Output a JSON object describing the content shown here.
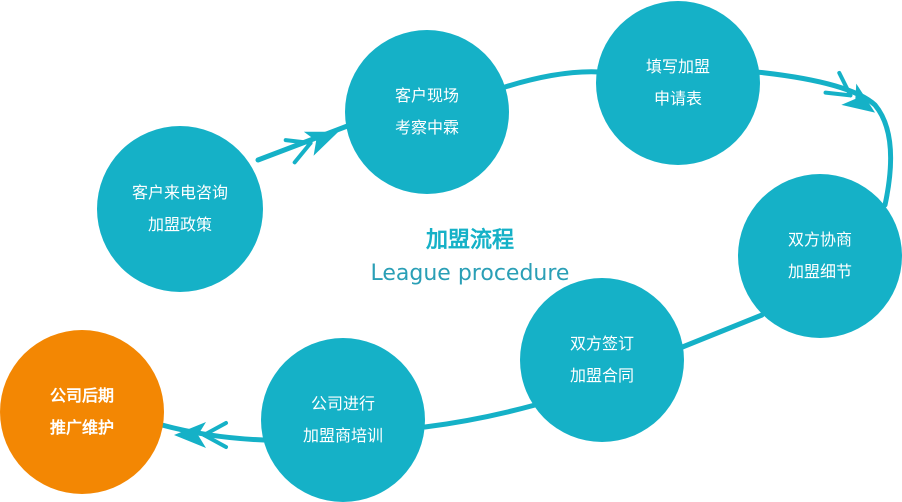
{
  "colors": {
    "accent": "#15b1c7",
    "final": "#f38703",
    "title": "#15b1c7",
    "subtitle": "#2a9fb6"
  },
  "center": {
    "title": "加盟流程",
    "subtitle": "League procedure"
  },
  "steps": [
    {
      "line1": "客户来电咨询",
      "line2": "加盟政策"
    },
    {
      "line1": "客户现场",
      "line2": "考察中霖"
    },
    {
      "line1": "填写加盟",
      "line2": "申请表"
    },
    {
      "line1": "双方协商",
      "line2": "加盟细节"
    },
    {
      "line1": "双方签订",
      "line2": "加盟合同"
    },
    {
      "line1": "公司进行",
      "line2": "加盟商培训"
    },
    {
      "line1": "公司后期",
      "line2": "推广维护"
    }
  ],
  "arrows": [
    {
      "from": "step-1",
      "to": "step-2",
      "icon": "arrowhead-icon"
    },
    {
      "from": "step-3",
      "to": "step-4",
      "icon": "arrowhead-icon"
    },
    {
      "from": "step-6",
      "to": "step-7",
      "icon": "arrowhead-icon"
    }
  ]
}
